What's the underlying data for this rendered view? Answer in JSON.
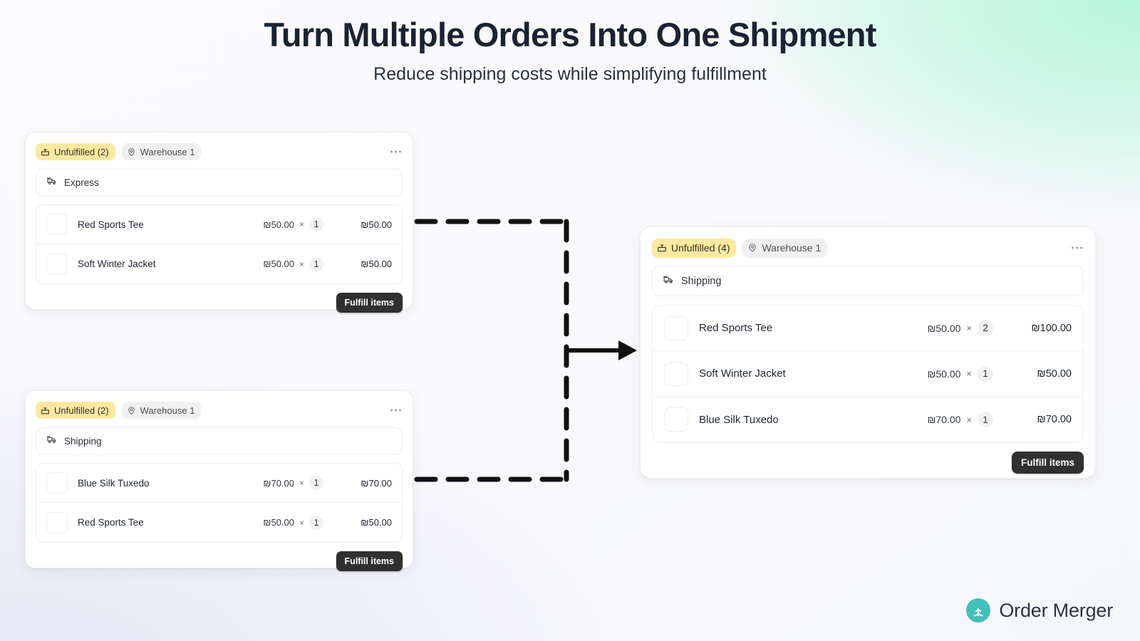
{
  "header": {
    "title": "Turn Multiple Orders Into One Shipment",
    "subtitle": "Reduce shipping costs while simplifying fulfillment"
  },
  "icons": {
    "unfulfilled": "package-icon",
    "warehouse": "location-pin-icon",
    "delivery": "delivery-truck-icon",
    "kebab": "more-options-icon",
    "brand": "merge-arrows-icon"
  },
  "colors": {
    "badge_unfulfilled_bg": "#ffe9a0",
    "badge_warehouse_bg": "#f0f0f0",
    "button_bg": "#303030",
    "brand_teal": "#45bfba",
    "title": "#1a2332",
    "card_border": "#ecedf0",
    "gradient_mint": "#b6f5dc",
    "gradient_lavender": "#e6e8f6"
  },
  "source_cards": [
    {
      "status_badge": "Unfulfilled (2)",
      "location_badge": "Warehouse 1",
      "shipping_method": "Express",
      "fulfill_label": "Fulfill items",
      "items": [
        {
          "name": "Red Sports Tee",
          "unit_price": "₪50.00",
          "mult": "×",
          "qty": "1",
          "line_total": "₪50.00",
          "thumb": "red-tshirt"
        },
        {
          "name": "Soft Winter Jacket",
          "unit_price": "₪50.00",
          "mult": "×",
          "qty": "1",
          "line_total": "₪50.00",
          "thumb": "winter-jacket"
        }
      ]
    },
    {
      "status_badge": "Unfulfilled (2)",
      "location_badge": "Warehouse 1",
      "shipping_method": "Shipping",
      "fulfill_label": "Fulfill items",
      "items": [
        {
          "name": "Blue Silk Tuxedo",
          "unit_price": "₪70.00",
          "mult": "×",
          "qty": "1",
          "line_total": "₪70.00",
          "thumb": "tuxedo"
        },
        {
          "name": "Red Sports Tee",
          "unit_price": "₪50.00",
          "mult": "×",
          "qty": "1",
          "line_total": "₪50.00",
          "thumb": "red-tshirt"
        }
      ]
    }
  ],
  "merged_card": {
    "status_badge": "Unfulfilled (4)",
    "location_badge": "Warehouse 1",
    "shipping_method": "Shipping",
    "fulfill_label": "Fulfill items",
    "items": [
      {
        "name": "Red Sports Tee",
        "unit_price": "₪50.00",
        "mult": "×",
        "qty": "2",
        "line_total": "₪100.00",
        "thumb": "red-tshirt"
      },
      {
        "name": "Soft Winter Jacket",
        "unit_price": "₪50.00",
        "mult": "×",
        "qty": "1",
        "line_total": "₪50.00",
        "thumb": "winter-jacket"
      },
      {
        "name": "Blue Silk Tuxedo",
        "unit_price": "₪70.00",
        "mult": "×",
        "qty": "1",
        "line_total": "₪70.00",
        "thumb": "tuxedo"
      }
    ]
  },
  "brand": {
    "name": "Order Merger"
  }
}
